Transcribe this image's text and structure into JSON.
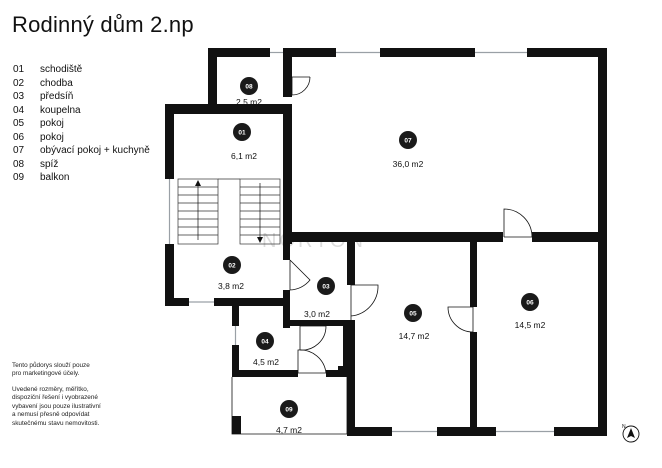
{
  "title": "Rodinný dům 2.np",
  "legend": [
    {
      "num": "01",
      "label": "schodiště"
    },
    {
      "num": "02",
      "label": "chodba"
    },
    {
      "num": "03",
      "label": "předsíň"
    },
    {
      "num": "04",
      "label": "koupelna"
    },
    {
      "num": "05",
      "label": "pokoj"
    },
    {
      "num": "06",
      "label": "pokoj"
    },
    {
      "num": "07",
      "label": "obývací pokoj + kuchyně"
    },
    {
      "num": "08",
      "label": "spíž"
    },
    {
      "num": "09",
      "label": "balkon"
    }
  ],
  "note1": [
    "Tento půdorys slouží pouze",
    "pro marketingové účely."
  ],
  "note2": [
    "Uvedené rozměry, měřítko,",
    "dispoziční řešení i vyobrazené",
    "vybavení jsou pouze ilustrativní",
    "a nemusí přesně odpovídat",
    "skutečnému stavu nemovitosti."
  ],
  "rooms": [
    {
      "id": "08",
      "area": "2,5 m2"
    },
    {
      "id": "01",
      "area": "6,1 m2"
    },
    {
      "id": "07",
      "area": "36,0 m2"
    },
    {
      "id": "02",
      "area": "3,8 m2"
    },
    {
      "id": "03",
      "area": "3,0 m2"
    },
    {
      "id": "05",
      "area": "14,7 m2"
    },
    {
      "id": "06",
      "area": "14,5 m2"
    },
    {
      "id": "04",
      "area": "4,5 m2"
    },
    {
      "id": "09",
      "area": "4,7 m2"
    }
  ],
  "watermark": "NORTON",
  "compass_label": "N",
  "colors": {
    "wall": "#111111",
    "badge": "#1a1a1a",
    "window": "#9aa0a6",
    "watermark": "#dcdcdc"
  }
}
